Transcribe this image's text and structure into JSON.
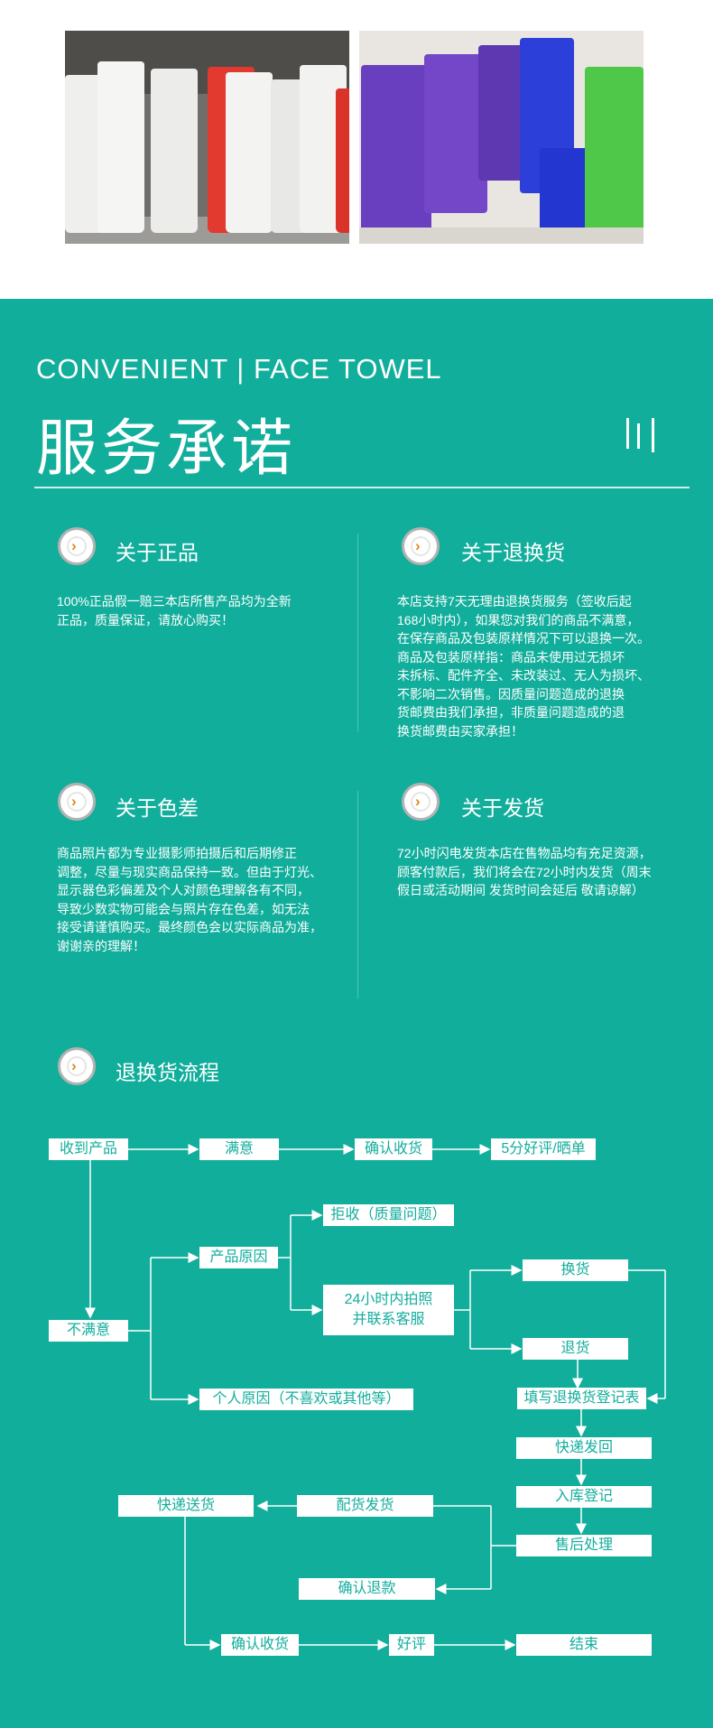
{
  "header_eng": "CONVENIENT | FACE TOWEL",
  "header_cn": "服务承诺",
  "sections": [
    {
      "title": "关于正品",
      "lines": [
        "100%正品假一赔三本店所售产品均为全新",
        "正品，质量保证，请放心购买！"
      ]
    },
    {
      "title": "关于退换货",
      "lines": [
        "本店支持7天无理由退换货服务（签收后起",
        "168小时内），如果您对我们的商品不满意，",
        "在保存商品及包装原样情况下可以退换一次。",
        "商品及包装原样指：商品未使用过无损坏",
        "未拆标、配件齐全、未改装过、无人为损坏、",
        "不影响二次销售。因质量问题造成的退换",
        "货邮费由我们承担，非质量问题造成的退",
        "换货邮费由买家承担！"
      ]
    },
    {
      "title": "关于色差",
      "lines": [
        "商品照片都为专业摄影师拍摄后和后期修正",
        "调整，尽量与现实商品保持一致。但由于灯光、",
        "显示器色彩偏差及个人对颜色理解各有不同，",
        "导致少数实物可能会与照片存在色差，如无法",
        "接受请谨慎购买。最终颜色会以实际商品为准，",
        "谢谢亲的理解！"
      ]
    },
    {
      "title": "关于发货",
      "lines": [
        "72小时闪电发货本店在售物品均有充足资源，",
        "顾客付款后，我们将会在72小时内发货（周末",
        "假日或活动期间 发货时间会延后 敬请谅解）"
      ]
    }
  ],
  "process_title": "退换货流程",
  "flow": {
    "received": "收到产品",
    "satisfied": "满意",
    "confirm_receipt": "确认收货",
    "review": "5分好评/晒单",
    "unsatisfied": "不满意",
    "product_reason": "产品原因",
    "reject": "拒收（质量问题）",
    "photo_line1": "24小时内拍照",
    "photo_line2": "并联系客服",
    "personal_reason": "个人原因（不喜欢或其他等）",
    "exchange": "换货",
    "return": "退货",
    "fill_form": "填写退换货登记表",
    "express_return": "快递发回",
    "warehouse": "入库登记",
    "after_sales": "售后处理",
    "delivery": "快递送货",
    "dispatch": "配货发货",
    "confirm_refund": "确认退款",
    "confirm_receipt2": "确认收货",
    "good_review": "好评",
    "end": "结束"
  },
  "colors": {
    "teal": "#12ae9c",
    "white": "#ffffff",
    "icon_accent": "#e08a1a"
  },
  "icons": [
    "chevron-right-icon"
  ]
}
